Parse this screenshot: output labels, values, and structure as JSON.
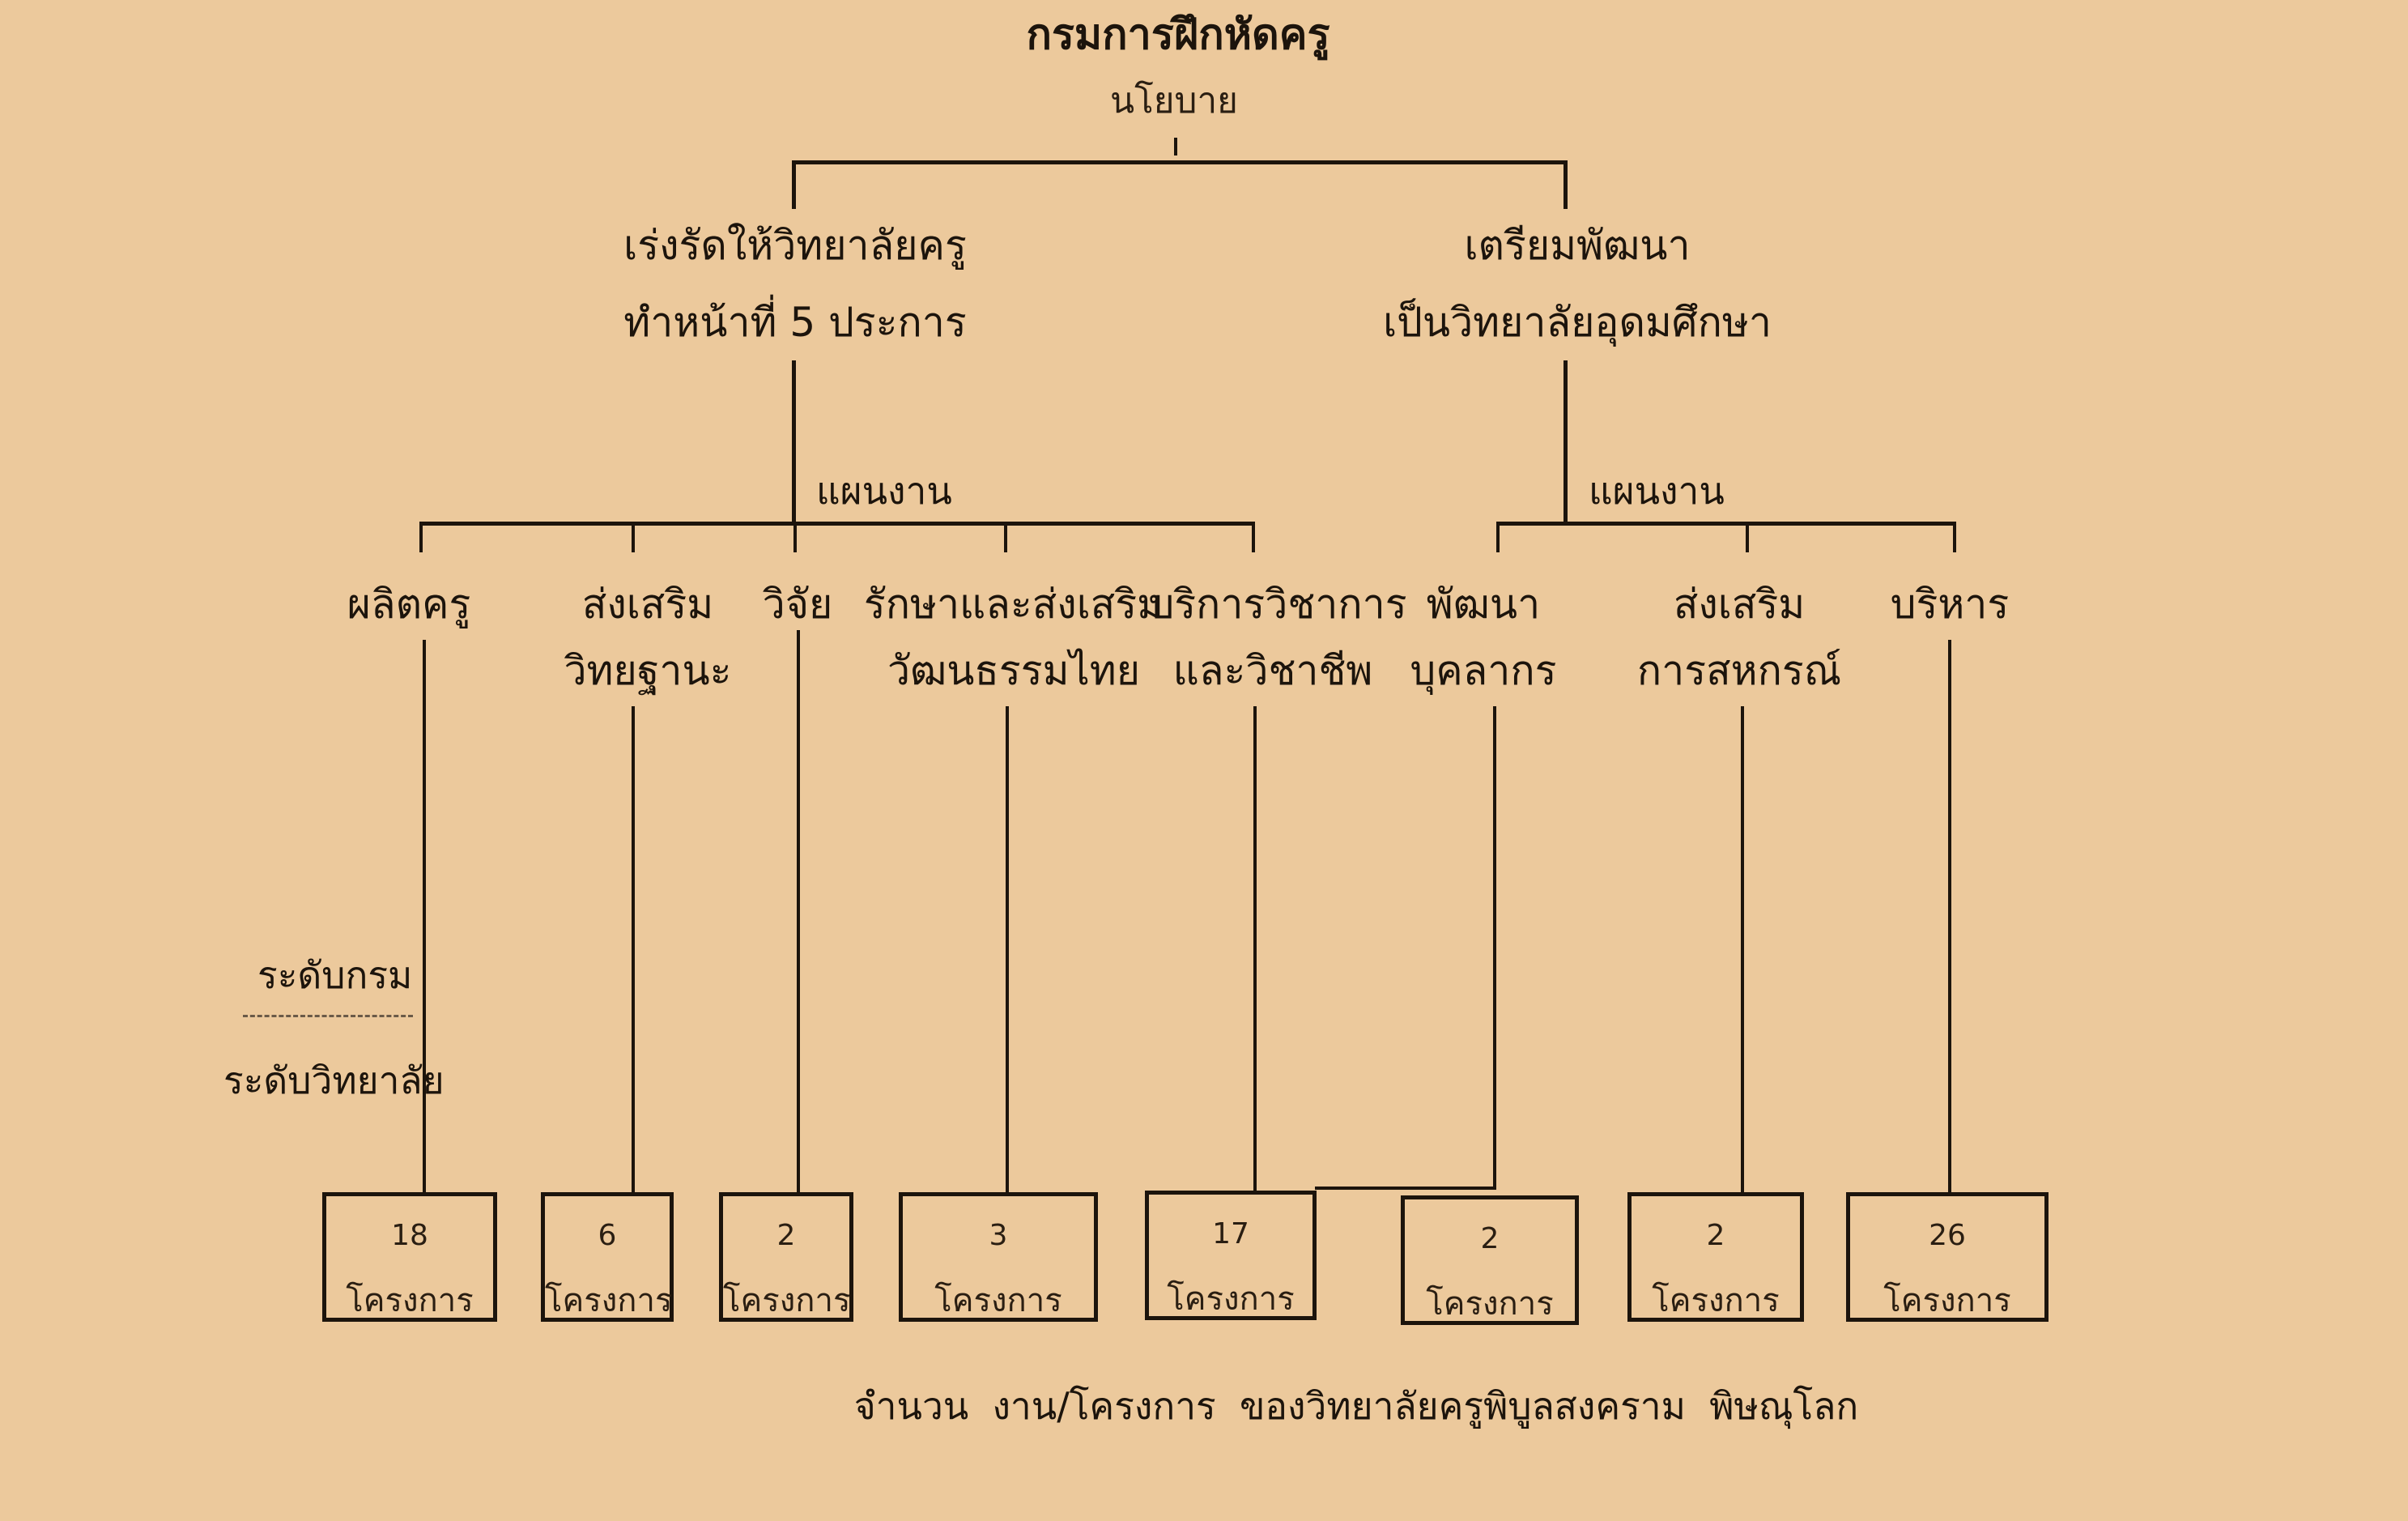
{
  "diagram": {
    "title": "กรมการฝึกหัดครู",
    "subtitle": "นโยบาย",
    "left_branch": {
      "line1": "เร่งรัดให้วิทยาลัยครู",
      "line2": "ทำหน้าที่ 5 ประการ",
      "plan_label": "แผนงาน"
    },
    "right_branch": {
      "line1": "เตรียมพัฒนา",
      "line2": "เป็นวิทยาลัยอุดมศึกษา",
      "plan_label": "แผนงาน"
    },
    "programs": [
      {
        "line1": "ผลิตครู",
        "line2": ""
      },
      {
        "line1": "ส่งเสริม",
        "line2": "วิทยฐานะ"
      },
      {
        "line1": "วิจัย",
        "line2": ""
      },
      {
        "line1": "รักษาและส่งเสริม",
        "line2": "วัฒนธรรมไทย"
      },
      {
        "line1": "บริการวิชาการ",
        "line2": "และวิชาชีพ"
      },
      {
        "line1": "พัฒนา",
        "line2": "บุคลากร"
      },
      {
        "line1": "ส่งเสริม",
        "line2": "การสหกรณ์"
      },
      {
        "line1": "บริหาร",
        "line2": ""
      }
    ],
    "level_labels": {
      "department": "ระดับกรม",
      "college": "ระดับวิทยาลัย"
    },
    "boxes": [
      {
        "count": "18",
        "unit": "โครงการ"
      },
      {
        "count": "6",
        "unit": "โครงการ"
      },
      {
        "count": "2",
        "unit": "โครงการ"
      },
      {
        "count": "3",
        "unit": "โครงการ"
      },
      {
        "count": "17",
        "unit": "โครงการ"
      },
      {
        "count": "2",
        "unit": "โครงการ"
      },
      {
        "count": "2",
        "unit": "โครงการ"
      },
      {
        "count": "26",
        "unit": "โครงการ"
      }
    ],
    "caption": "จำนวน  งาน/โครงการ  ของวิทยาลัยครูพิบูลสงคราม  พิษณุโลก"
  }
}
